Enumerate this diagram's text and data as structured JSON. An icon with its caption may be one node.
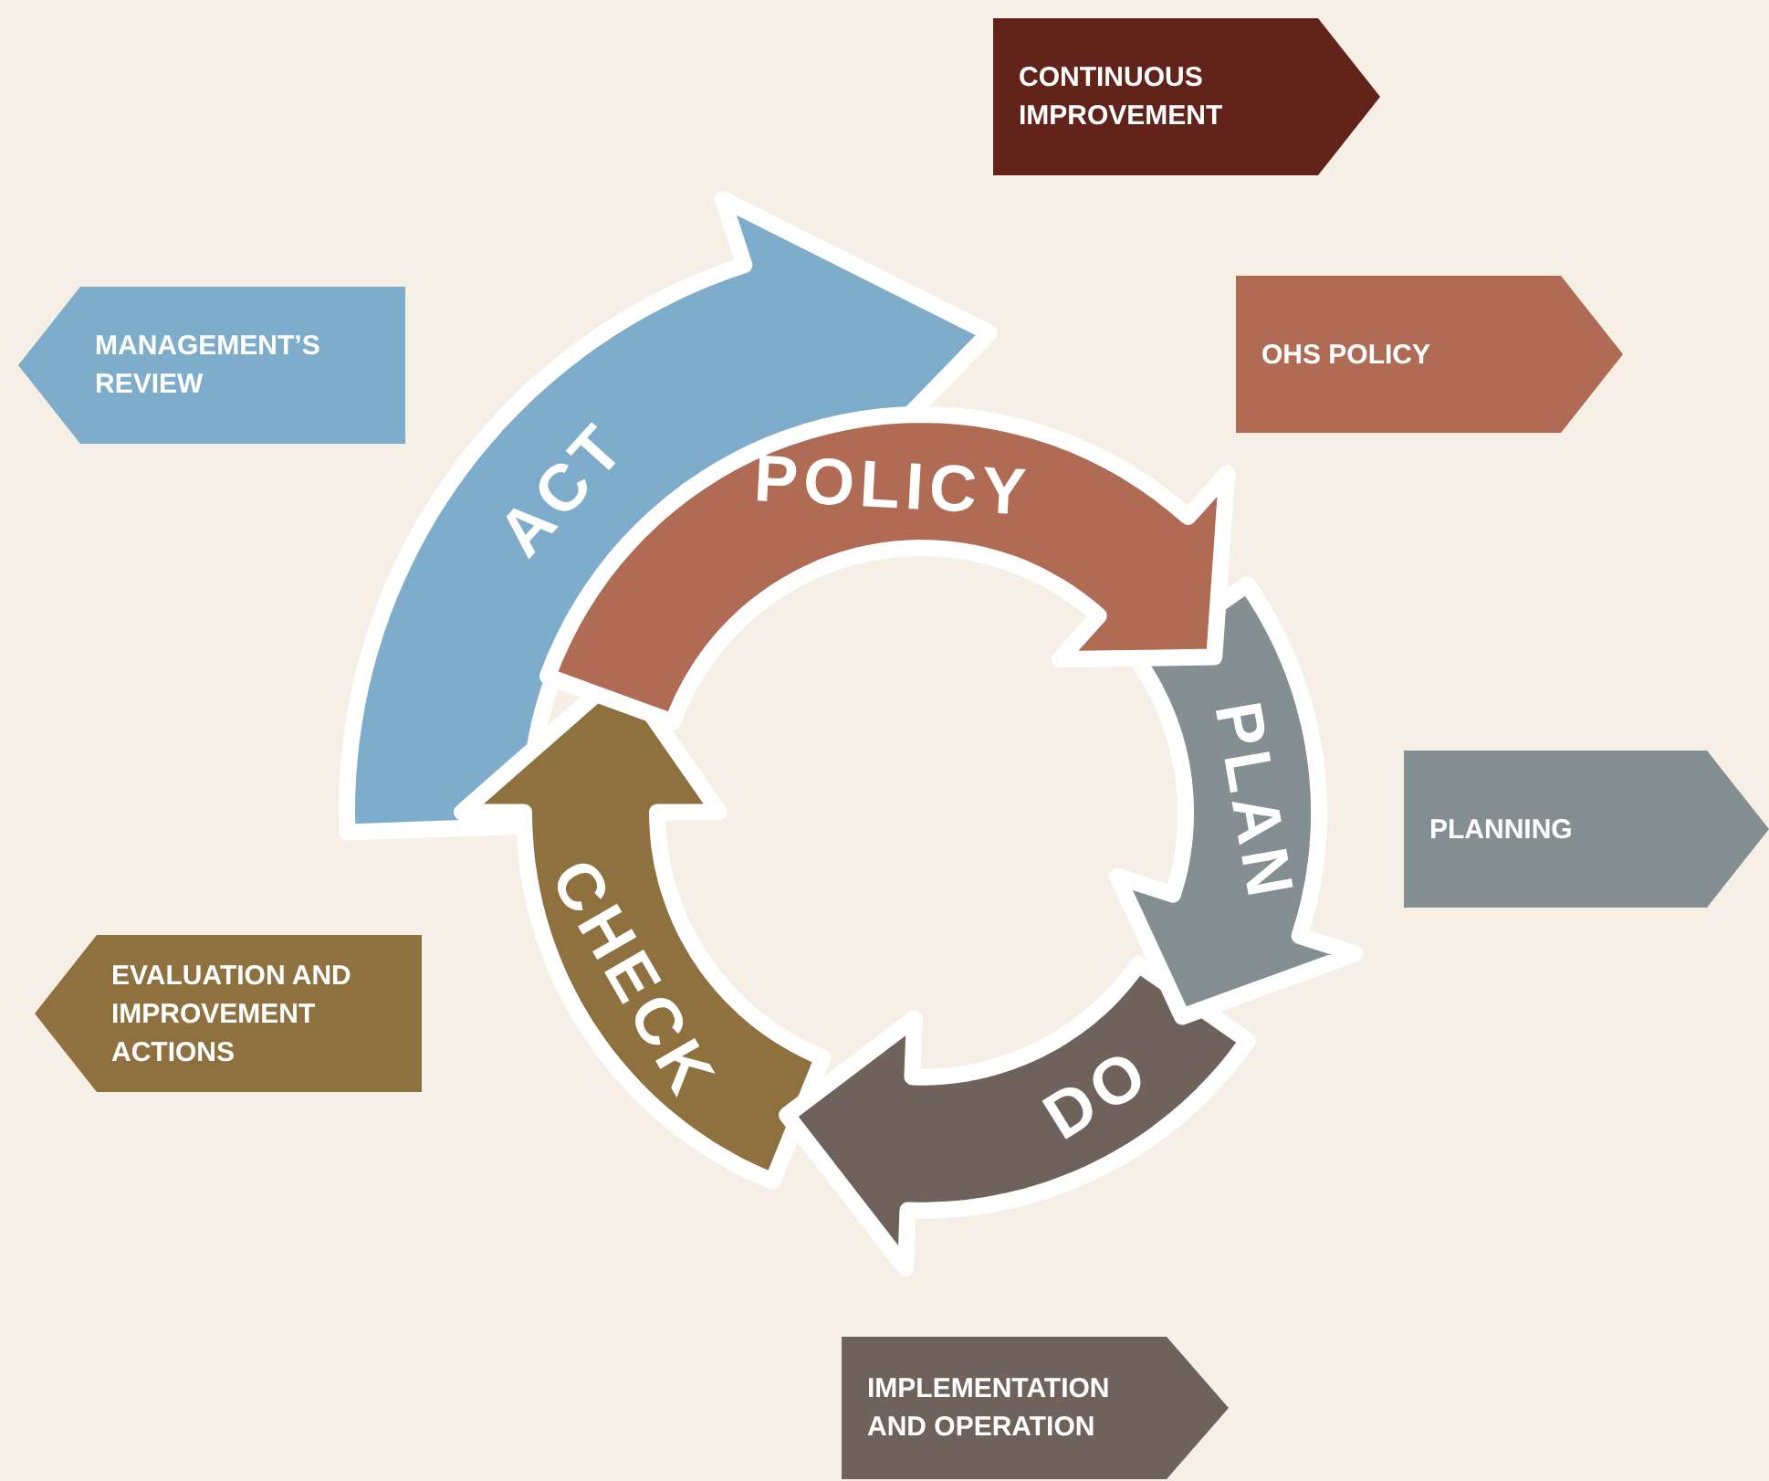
{
  "diagram": {
    "nodes": [
      {
        "text": [
          "CONTINUOUS IMPROVEMENT"
        ]
      },
      {
        "text": [
          "MANAGEMENT’S REVIEW"
        ]
      },
      {
        "text": [
          "OHS POLICY"
        ]
      },
      {
        "text": [
          "ACT"
        ]
      },
      {
        "text": [
          "POLICY"
        ]
      },
      {
        "text": [
          "PLANNING"
        ]
      },
      {
        "text": [
          "PLAN"
        ]
      },
      {
        "text": [
          "EVALUATION AND IMPROVEMENT ACTIONS"
        ]
      },
      {
        "text": [
          "CHECK"
        ]
      },
      {
        "text": [
          "DO"
        ]
      },
      {
        "text": [
          "IMPLEMENTATION AND OPERATION"
        ]
      }
    ]
  }
}
